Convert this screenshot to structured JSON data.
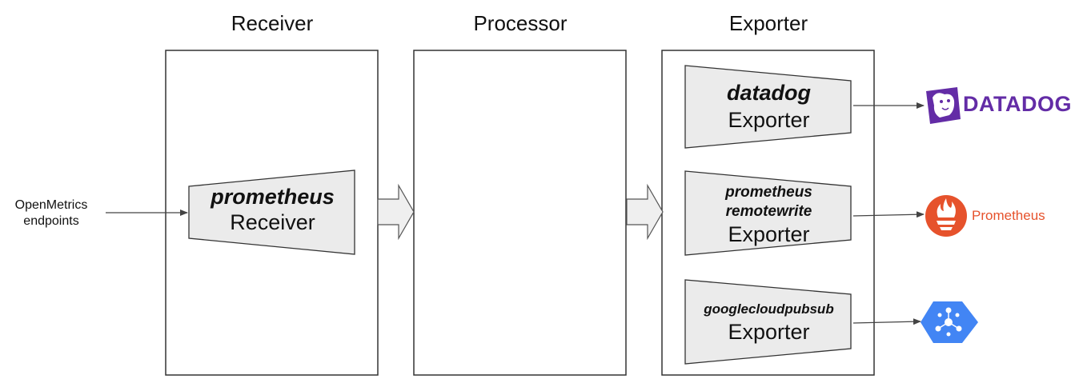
{
  "columns": {
    "receiver": "Receiver",
    "processor": "Processor",
    "exporter": "Exporter"
  },
  "input": {
    "line1": "OpenMetrics",
    "line2": "endpoints"
  },
  "receiver_component": {
    "name": "prometheus",
    "type": "Receiver"
  },
  "exporters": [
    {
      "name": "datadog",
      "type": "Exporter"
    },
    {
      "name_line1": "prometheus",
      "name_line2": "remotewrite",
      "type": "Exporter"
    },
    {
      "name": "googlecloudpubsub",
      "type": "Exporter"
    }
  ],
  "destinations": {
    "datadog": {
      "text": "DATADOG",
      "color": "#632ca6",
      "icon": "datadog-dog-icon"
    },
    "prometheus": {
      "text": "Prometheus",
      "color": "#e6522c",
      "icon": "prometheus-torch-icon"
    },
    "pubsub": {
      "icon": "google-cloud-pubsub-icon",
      "color": "#4285f4"
    }
  },
  "colors": {
    "box_border": "#333333",
    "component_fill": "#ebebeb",
    "arrow": "#444444"
  }
}
